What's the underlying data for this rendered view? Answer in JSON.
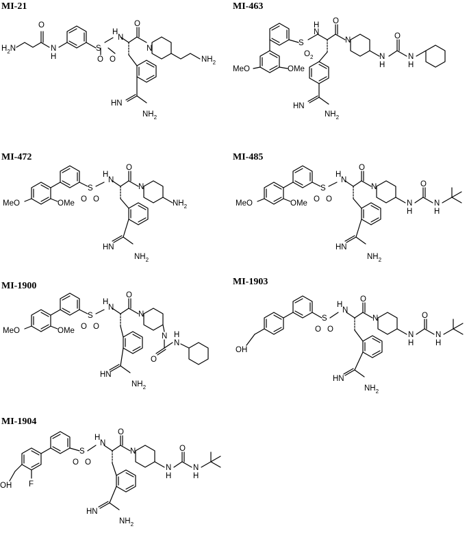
{
  "compounds": [
    {
      "id": "mi-21",
      "name": "MI-21",
      "labels": {
        "a1": "H",
        "a1s": "2",
        "a1b": "N",
        "o1": "O",
        "nh1": "N",
        "nh1h": "H",
        "s": "S",
        "so1": "O",
        "so2": "O",
        "nh2": "H",
        "nh2n": "N",
        "o2": "O",
        "n": "N",
        "nh2t": "NH",
        "nh2ts": "2",
        "imine": "HN",
        "amine": "NH",
        "amines": "2"
      }
    },
    {
      "id": "mi-463",
      "name": "MI-463",
      "labels": {
        "s": "S",
        "o2": "O",
        "o2s": "2",
        "hn": "H",
        "n1": "N",
        "o": "O",
        "n": "N",
        "nh1": "N",
        "nh1h": "H",
        "uo": "O",
        "nh2": "N",
        "nh2h": "H",
        "meo1": "MeO",
        "ome2": "OMe",
        "imine": "HN",
        "amine": "NH",
        "amines": "2"
      }
    },
    {
      "id": "mi-472",
      "name": "MI-472",
      "labels": {
        "s": "S",
        "so1": "O",
        "so2": "O",
        "hn": "H",
        "hnn": "N",
        "o": "O",
        "n": "N",
        "nh2": "NH",
        "nh2s": "2",
        "meo1": "MeO",
        "ome2": "OMe",
        "imine": "HN",
        "amine": "NH",
        "amines": "2"
      }
    },
    {
      "id": "mi-485",
      "name": "MI-485",
      "labels": {
        "s": "S",
        "so1": "O",
        "so2": "O",
        "hn": "H",
        "hnn": "N",
        "o": "O",
        "n": "N",
        "nh1": "N",
        "nh1h": "H",
        "uo": "O",
        "nh2": "N",
        "nh2h": "H",
        "meo1": "MeO",
        "ome2": "OMe",
        "imine": "HN",
        "amine": "NH",
        "amines": "2"
      }
    },
    {
      "id": "mi-1900",
      "name": "MI-1900",
      "labels": {
        "s": "S",
        "so1": "O",
        "so2": "O",
        "hn": "H",
        "hnn": "N",
        "o": "O",
        "n1": "N",
        "n2": "N",
        "uo": "O",
        "nh": "N",
        "nhh": "H",
        "meo1": "MeO",
        "ome2": "OMe",
        "imine": "HN",
        "amine": "NH",
        "amines": "2"
      }
    },
    {
      "id": "mi-1903",
      "name": "MI-1903",
      "labels": {
        "s": "S",
        "so1": "O",
        "so2": "O",
        "hn": "H",
        "hnn": "N",
        "o": "O",
        "n": "N",
        "nh1": "N",
        "nh1h": "H",
        "uo": "O",
        "nh2": "N",
        "nh2h": "H",
        "oh": "OH",
        "imine": "HN",
        "amine": "NH",
        "amines": "2"
      }
    },
    {
      "id": "mi-1904",
      "name": "MI-1904",
      "labels": {
        "s": "S",
        "so1": "O",
        "so2": "O",
        "hn": "H",
        "hnn": "N",
        "o": "O",
        "n": "N",
        "nh1": "N",
        "nh1h": "H",
        "uo": "O",
        "nh2": "N",
        "nh2h": "H",
        "oh": "OH",
        "f": "F",
        "imine": "HN",
        "amine": "NH",
        "amines": "2"
      }
    }
  ]
}
